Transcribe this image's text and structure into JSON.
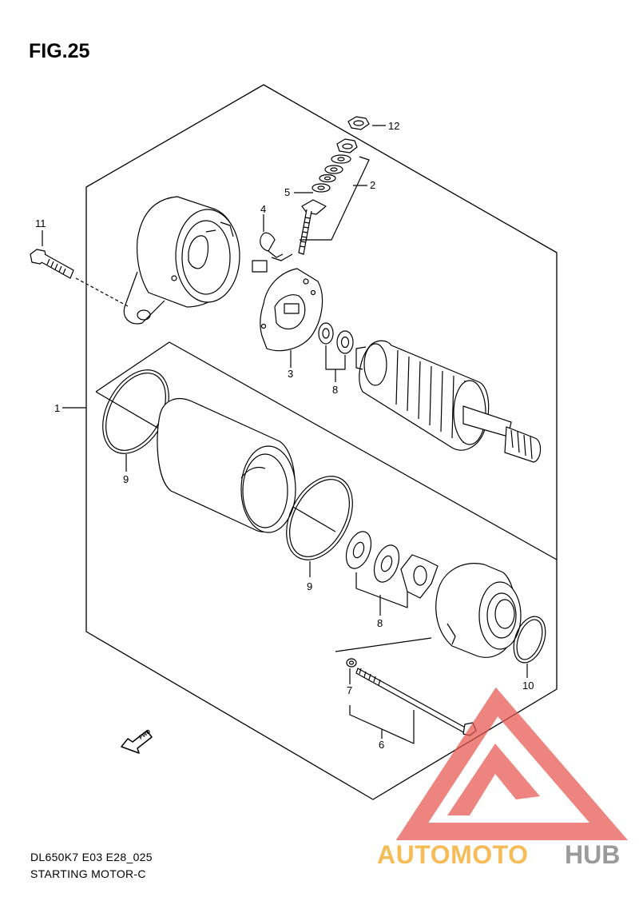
{
  "figure": {
    "title": "FIG.25",
    "caption_model": "DL650K7  E03  E28_025",
    "caption_name": "STARTING MOTOR-C"
  },
  "callouts": {
    "c1": "1",
    "c2": "2",
    "c3": "3",
    "c4": "4",
    "c5": "5",
    "c6": "6",
    "c7": "7",
    "c8a": "8",
    "c8b": "8",
    "c9a": "9",
    "c9b": "9",
    "c10": "10",
    "c11": "11",
    "c12": "12"
  },
  "fwd_label": "FWD",
  "watermark": {
    "text_part1": "AUTOMOTO",
    "text_part2": "HUB",
    "color_red": "#e8554e",
    "color_orange": "#f5b13c",
    "color_gray": "#8a8a8a"
  },
  "colors": {
    "line": "#000000",
    "background": "#ffffff"
  }
}
